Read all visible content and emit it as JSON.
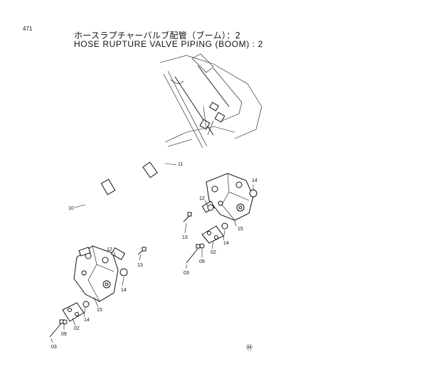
{
  "header": {
    "page_number": "471",
    "title_jp": "ホースラプチャーバルブ配管（ブーム）：2",
    "title_en": "HOSE  RUPTURE  VALVE  PIPING (BOOM) : 2"
  },
  "callouts": [
    {
      "id": "c10",
      "label": "10"
    },
    {
      "id": "c11",
      "label": "11"
    },
    {
      "id": "c12a",
      "label": "12"
    },
    {
      "id": "c13a",
      "label": "13"
    },
    {
      "id": "c14a",
      "label": "14"
    },
    {
      "id": "c15a",
      "label": "15"
    },
    {
      "id": "c14b",
      "label": "14"
    },
    {
      "id": "c02a",
      "label": "02"
    },
    {
      "id": "c09a",
      "label": "09"
    },
    {
      "id": "c03a",
      "label": "03"
    },
    {
      "id": "c12b",
      "label": "12"
    },
    {
      "id": "c13b",
      "label": "13"
    },
    {
      "id": "c14c",
      "label": "14"
    },
    {
      "id": "c15b",
      "label": "15"
    },
    {
      "id": "c14d",
      "label": "14"
    },
    {
      "id": "c02b",
      "label": "02"
    },
    {
      "id": "c09b",
      "label": "09"
    },
    {
      "id": "c03b",
      "label": "03"
    }
  ],
  "footer": {
    "mark": "Ⓜ"
  },
  "icons": {
    "valve_block": "hose-rupture-valve-icon",
    "pipe": "bent-pipe-icon",
    "bolt": "bolt-icon",
    "washer": "washer-icon",
    "oring": "o-ring-icon",
    "flange": "flange-plate-icon"
  }
}
